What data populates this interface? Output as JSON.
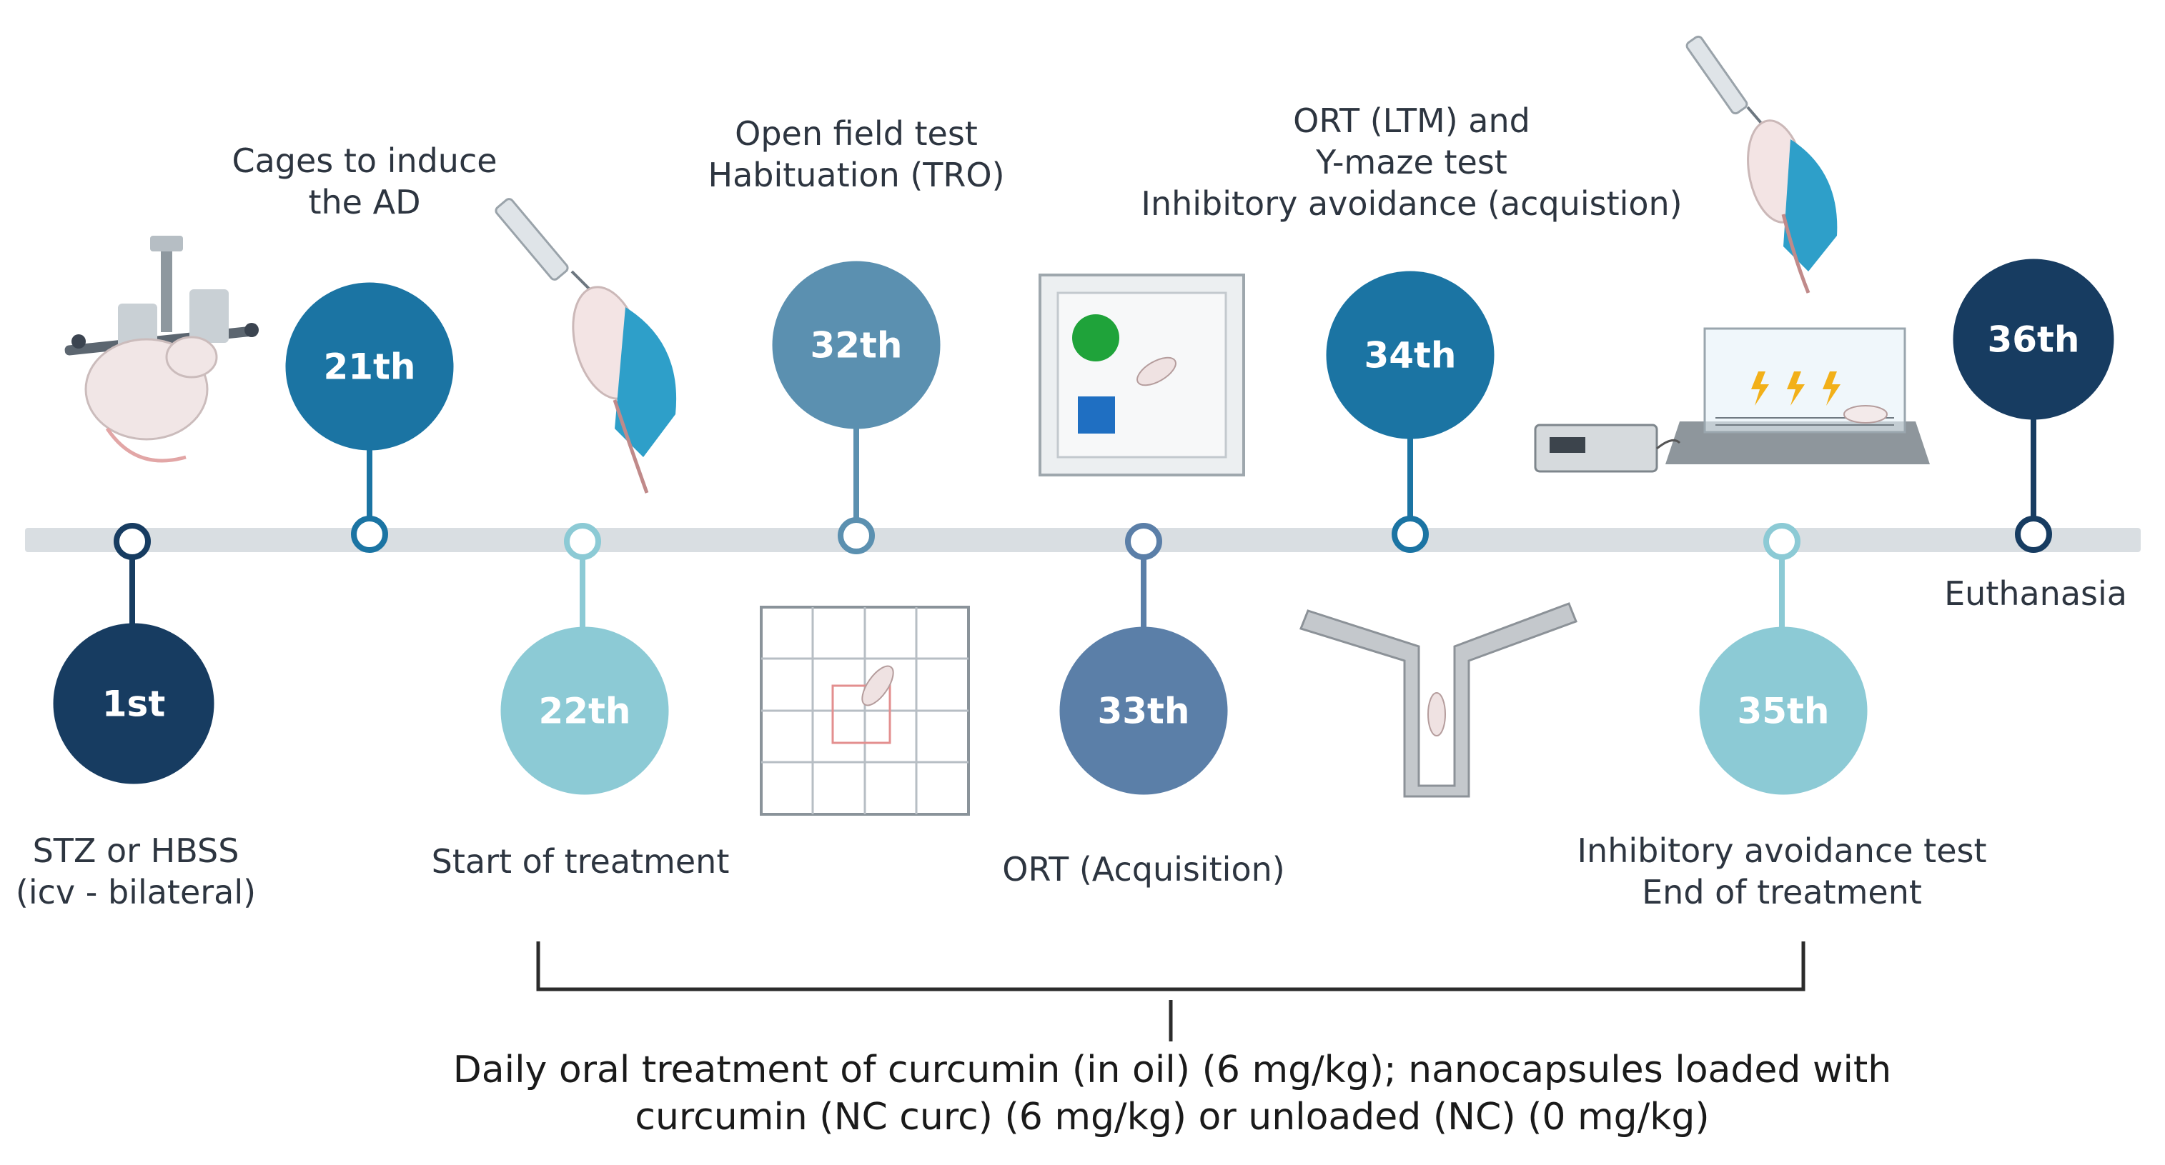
{
  "colors": {
    "timeline_bar": "#d9dee2",
    "navy": "#173c61",
    "blue": "#1b74a3",
    "steel": "#5b90b0",
    "light_teal": "#8ccad5",
    "slate_blue": "#5b7fa8",
    "glove": "#2e9fc9"
  },
  "events": [
    {
      "day": "1st",
      "caption": [
        "STZ or HBSS",
        "(icv - bilateral)"
      ],
      "color": "#173c61",
      "side": "below"
    },
    {
      "day": "21th",
      "caption": [
        "Cages to induce",
        "the AD"
      ],
      "color": "#1b74a3",
      "side": "above"
    },
    {
      "day": "22th",
      "caption": [
        "Start of treatment"
      ],
      "color": "#8ccad5",
      "side": "below"
    },
    {
      "day": "32th",
      "caption": [
        "Open field test",
        "Habituation (TRO)"
      ],
      "color": "#5b90b0",
      "side": "above"
    },
    {
      "day": "33th",
      "caption": [
        "ORT (Acquisition)"
      ],
      "color": "#5b7fa8",
      "side": "below"
    },
    {
      "day": "34th",
      "caption": [
        "ORT (LTM) and",
        "Y-maze test",
        "Inhibitory avoidance (acquistion)"
      ],
      "color": "#1b74a3",
      "side": "above"
    },
    {
      "day": "35th",
      "caption": [
        "Inhibitory avoidance test",
        "End of treatment"
      ],
      "color": "#8ccad5",
      "side": "below"
    },
    {
      "day": "36th",
      "caption": [
        "Euthanasia"
      ],
      "color": "#173c61",
      "side": "above"
    }
  ],
  "treatment_note": [
    "Daily oral treatment of curcumin (in oil) (6 mg/kg); nanocapsules loaded with",
    "curcumin (NC curc) (6 mg/kg) or unloaded (NC) (0 mg/kg)"
  ],
  "icons": {
    "stereotaxic": "stereotaxic-mouse-icon",
    "injection": "syringe-injection-icon",
    "open_field": "open-field-grid-icon",
    "ort_arena": "object-recognition-arena-icon",
    "y_maze": "y-maze-icon",
    "avoidance": "inhibitory-avoidance-box-icon"
  }
}
